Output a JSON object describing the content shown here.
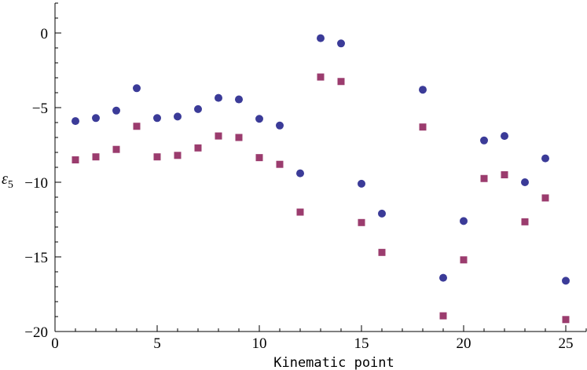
{
  "chart_data": {
    "type": "scatter",
    "xlabel": "Kinematic point",
    "ylabel": "ε",
    "ylabel_subscript": "5",
    "xlim": [
      0,
      26
    ],
    "ylim": [
      -20,
      2
    ],
    "x_ticks": [
      0,
      5,
      10,
      15,
      20,
      25
    ],
    "y_ticks": [
      0,
      -5,
      -10,
      -15,
      -20
    ],
    "y_tick_labels": [
      "0",
      "−5",
      "−10",
      "−15",
      "−20"
    ],
    "x_tick_labels": [
      "0",
      "5",
      "10",
      "15",
      "20",
      "25"
    ],
    "grid": false,
    "series": [
      {
        "marker": "circle",
        "color": "#3b3b98",
        "points": [
          [
            1,
            -5.9
          ],
          [
            2,
            -5.7
          ],
          [
            3,
            -5.2
          ],
          [
            4,
            -3.7
          ],
          [
            5,
            -5.7
          ],
          [
            6,
            -5.6
          ],
          [
            7,
            -5.1
          ],
          [
            8,
            -4.35
          ],
          [
            9,
            -4.45
          ],
          [
            10,
            -5.75
          ],
          [
            11,
            -6.2
          ],
          [
            12,
            -9.4
          ],
          [
            13,
            -0.35
          ],
          [
            14,
            -0.7
          ],
          [
            15,
            -10.1
          ],
          [
            16,
            -12.1
          ],
          [
            18,
            -3.8
          ],
          [
            19,
            -16.4
          ],
          [
            20,
            -12.6
          ],
          [
            21,
            -7.2
          ],
          [
            22,
            -6.9
          ],
          [
            23,
            -10.0
          ],
          [
            24,
            -8.4
          ],
          [
            25,
            -16.6
          ]
        ]
      },
      {
        "marker": "square",
        "color": "#9b3c6e",
        "points": [
          [
            1,
            -8.5
          ],
          [
            2,
            -8.3
          ],
          [
            3,
            -7.8
          ],
          [
            4,
            -6.25
          ],
          [
            5,
            -8.3
          ],
          [
            6,
            -8.2
          ],
          [
            7,
            -7.7
          ],
          [
            8,
            -6.9
          ],
          [
            9,
            -7.0
          ],
          [
            10,
            -8.35
          ],
          [
            11,
            -8.8
          ],
          [
            12,
            -12.0
          ],
          [
            13,
            -2.95
          ],
          [
            14,
            -3.25
          ],
          [
            15,
            -12.7
          ],
          [
            16,
            -14.7
          ],
          [
            18,
            -6.3
          ],
          [
            19,
            -18.95
          ],
          [
            20,
            -15.2
          ],
          [
            21,
            -9.75
          ],
          [
            22,
            -9.5
          ],
          [
            23,
            -12.65
          ],
          [
            24,
            -11.05
          ],
          [
            25,
            -19.2
          ]
        ]
      }
    ]
  }
}
